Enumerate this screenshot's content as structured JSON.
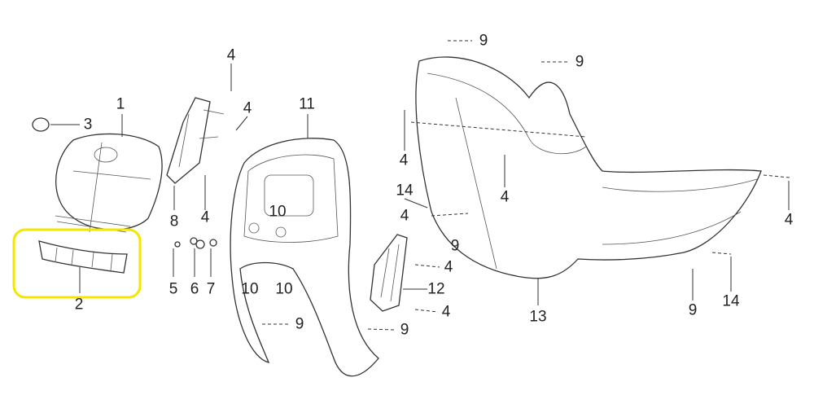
{
  "diagram": {
    "highlight_color": "#f5e600",
    "highlighted_part": "2",
    "callouts": [
      "3",
      "1",
      "2",
      "4",
      "4",
      "8",
      "4",
      "5",
      "6",
      "7",
      "11",
      "10",
      "10",
      "10",
      "9",
      "9",
      "14",
      "4",
      "9",
      "4",
      "12",
      "4",
      "13",
      "4",
      "4",
      "9",
      "9",
      "4",
      "9",
      "14"
    ]
  }
}
